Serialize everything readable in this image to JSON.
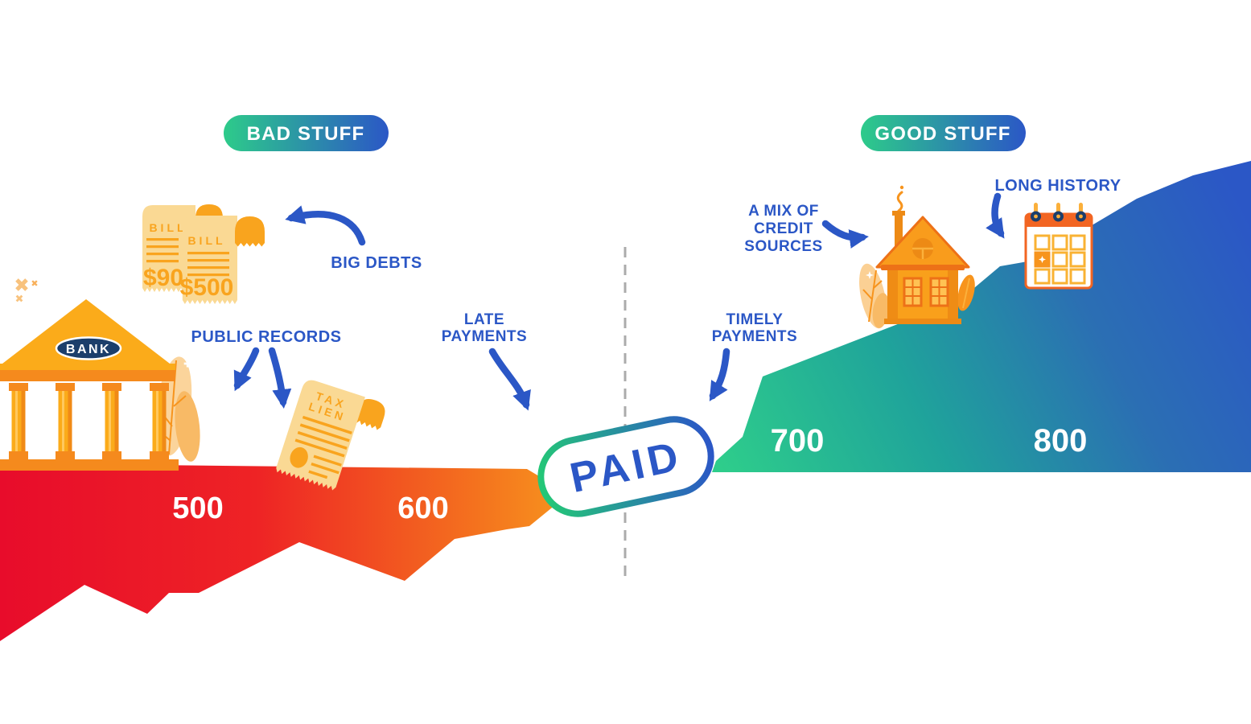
{
  "badges": {
    "bad": "BAD STUFF",
    "good": "GOOD STUFF"
  },
  "scale": {
    "scores": [
      "500",
      "600",
      "700",
      "800"
    ]
  },
  "stamp": {
    "label": "PAID"
  },
  "bad_side": {
    "big_debts_label": "BIG DEBTS",
    "public_records_label": "PUBLIC RECORDS",
    "late_payments_line1": "LATE",
    "late_payments_line2": "PAYMENTS",
    "bank_sign": "BANK",
    "bills": {
      "back_title": "BILL",
      "back_amount": "$90",
      "front_title": "BILL",
      "front_amount": "$500"
    },
    "tax_lien_line1": "TAX",
    "tax_lien_line2": "LIEN"
  },
  "good_side": {
    "timely_payments_line1": "TIMELY",
    "timely_payments_line2": "PAYMENTS",
    "credit_mix_line1": "A MIX OF",
    "credit_mix_line2": "CREDIT",
    "credit_mix_line3": "SOURCES",
    "long_history_label": "LONG HISTORY"
  },
  "palette": {
    "accent_blue": "#2B57C6",
    "badge_green": "#2DCB8A",
    "mountain_red": "#E80C2B",
    "mountain_orange": "#F7941D",
    "mountain_green": "#2ECD8B",
    "mountain_blue": "#2B57C6",
    "icon_orange": "#F7941D",
    "icon_orange_deep": "#F26522",
    "icon_cream": "#FAD994",
    "navy": "#1B3E6B",
    "dash_gray": "#ABABAB",
    "white": "#FFFFFF"
  }
}
